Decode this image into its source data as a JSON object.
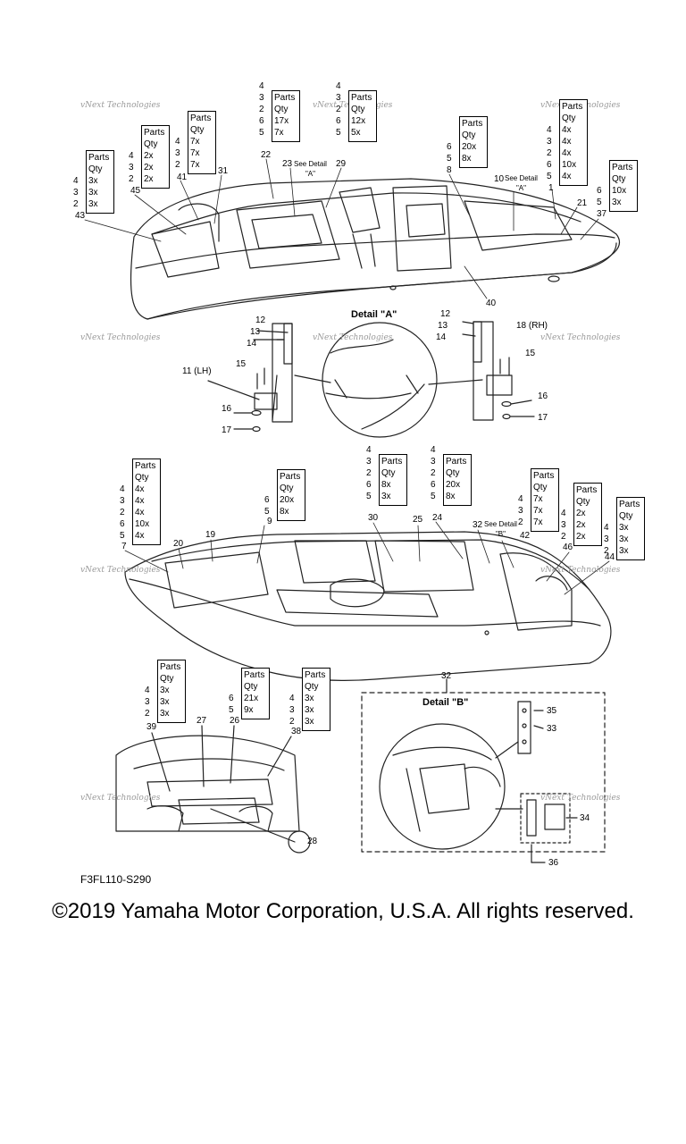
{
  "figure": {
    "code": "F3FL110-S290",
    "copyright": "©2019 Yamaha Motor Corporation, U.S.A. All rights reserved.",
    "watermark": "vNext Technologies",
    "detail_a_title": "Detail \"A\"",
    "detail_b_title": "Detail \"B\"",
    "see_detail_a_1": "See Detail",
    "see_detail_a_2": "\"A\"",
    "see_detail_b_1": "See Detail",
    "see_detail_b_2": "\"B\"",
    "header_parts": "Parts",
    "header_qty": "Qty"
  },
  "qty_tables": [
    {
      "id": "t-43",
      "keys": [
        "4",
        "3",
        "2"
      ],
      "qtys": [
        "3x",
        "3x",
        "3x"
      ]
    },
    {
      "id": "t-45",
      "keys": [
        "4",
        "3",
        "2"
      ],
      "qtys": [
        "2x",
        "2x",
        "2x"
      ]
    },
    {
      "id": "t-41",
      "keys": [
        "4",
        "3",
        "2"
      ],
      "qtys": [
        "7x",
        "7x",
        "7x"
      ]
    },
    {
      "id": "t-22",
      "keys": [
        "4",
        "3",
        "2",
        "6",
        "5"
      ],
      "qtys": [
        "17x",
        "7x"
      ]
    },
    {
      "id": "t-29",
      "keys": [
        "4",
        "3",
        "2",
        "6",
        "5"
      ],
      "qtys": [
        "12x",
        "5x"
      ]
    },
    {
      "id": "t-8",
      "keys": [
        "6",
        "5"
      ],
      "qtys": [
        "20x",
        "8x"
      ]
    },
    {
      "id": "t-1",
      "keys": [
        "4",
        "3",
        "2",
        "6",
        "5"
      ],
      "qtys": [
        "4x",
        "4x",
        "4x",
        "10x",
        "4x"
      ]
    },
    {
      "id": "t-37",
      "keys": [
        "6",
        "5"
      ],
      "qtys": [
        "10x",
        "3x"
      ]
    },
    {
      "id": "t-7",
      "keys": [
        "4",
        "3",
        "2",
        "6",
        "5"
      ],
      "qtys": [
        "4x",
        "4x",
        "4x",
        "10x",
        "4x"
      ]
    },
    {
      "id": "t-9",
      "keys": [
        "6",
        "5"
      ],
      "qtys": [
        "20x",
        "8x"
      ]
    },
    {
      "id": "t-30",
      "keys": [
        "4",
        "3",
        "2",
        "6",
        "5"
      ],
      "qtys": [
        "8x",
        "3x"
      ]
    },
    {
      "id": "t-24",
      "keys": [
        "4",
        "3",
        "2",
        "6",
        "5"
      ],
      "qtys": [
        "20x",
        "8x"
      ]
    },
    {
      "id": "t-42",
      "keys": [
        "4",
        "3",
        "2"
      ],
      "qtys": [
        "7x",
        "7x",
        "7x"
      ]
    },
    {
      "id": "t-46",
      "keys": [
        "4",
        "3",
        "2"
      ],
      "qtys": [
        "2x",
        "2x",
        "2x"
      ]
    },
    {
      "id": "t-44",
      "keys": [
        "4",
        "3",
        "2"
      ],
      "qtys": [
        "3x",
        "3x",
        "3x"
      ]
    },
    {
      "id": "t-39",
      "keys": [
        "4",
        "3",
        "2"
      ],
      "qtys": [
        "3x",
        "3x",
        "3x"
      ]
    },
    {
      "id": "t-26",
      "keys": [
        "6",
        "5"
      ],
      "qtys": [
        "21x",
        "9x"
      ]
    },
    {
      "id": "t-38",
      "keys": [
        "4",
        "3",
        "2"
      ],
      "qtys": [
        "3x",
        "3x",
        "3x"
      ]
    }
  ],
  "callouts": {
    "c43": "43",
    "c45": "45",
    "c41": "41",
    "c31": "31",
    "c22": "22",
    "c23": "23",
    "c29": "29",
    "c8": "8",
    "c10": "10",
    "c1": "1",
    "c21": "21",
    "c37": "37",
    "c40": "40",
    "c12a": "12",
    "c13a": "13",
    "c14a": "14",
    "c15a": "15",
    "c11": "11 (LH)",
    "c16a": "16",
    "c17a": "17",
    "c12b": "12",
    "c13b": "13",
    "c14b": "14",
    "c18": "18 (RH)",
    "c15b": "15",
    "c16b": "16",
    "c17b": "17",
    "c7": "7",
    "c20": "20",
    "c19": "19",
    "c9": "9",
    "c30": "30",
    "c25": "25",
    "c24": "24",
    "c32a": "32",
    "c42": "42",
    "c46": "46",
    "c44": "44",
    "c39": "39",
    "c27": "27",
    "c26": "26",
    "c38": "38",
    "c28": "28",
    "c32b": "32",
    "c35": "35",
    "c33": "33",
    "c34": "34",
    "c36": "36"
  }
}
